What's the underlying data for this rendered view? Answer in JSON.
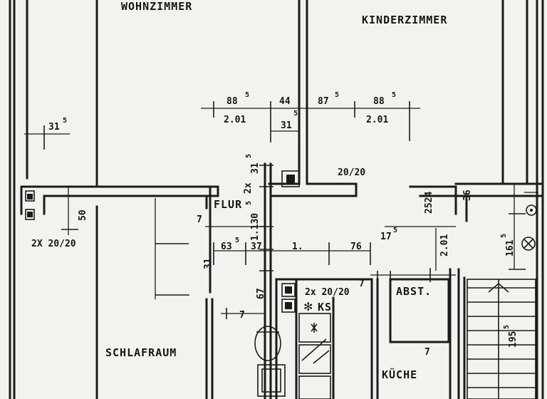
{
  "rooms": {
    "wohnzimmer": "WOHNZIMMER",
    "kinderzimmer": "KINDERZIMMER",
    "flur": "FLUR",
    "schlafraum": "SCHLAFRAUM",
    "kueche": "KÜCHE",
    "abst": "ABST."
  },
  "dims": {
    "d88a": "88",
    "d88a_sup": "5",
    "d44": "44",
    "d87": "87",
    "d87_sup": "5",
    "d88b": "88",
    "d88b_sup": "5",
    "d201a": "2.01",
    "d201b": "2.01",
    "d31a": "31",
    "d31a_sup": "5",
    "d31b": "31",
    "d31b_sup": "5",
    "d31c": "31",
    "d31c_sup": "5",
    "d2020": "20/20",
    "d2x": "2x",
    "d50": "50",
    "d2x2020a": "2X 20/20",
    "d7a": "7",
    "d1130": "1.130",
    "d1130_sup": "5",
    "d63": "63",
    "d63_sup": "5",
    "d37": "37",
    "d1": "1.",
    "d76": "76",
    "d17": "17",
    "d17_sup": "5",
    "d201c": "2.01",
    "d2524": "2524",
    "d36": "36",
    "d161": "161",
    "d161_sup": "5",
    "d67": "67",
    "d7b": "7",
    "d2x2020b": "2x 20/20",
    "dks": "KS",
    "d7c": "7",
    "d7d": "7",
    "d195": "195",
    "d195_sup": "5",
    "d31d": "31"
  }
}
